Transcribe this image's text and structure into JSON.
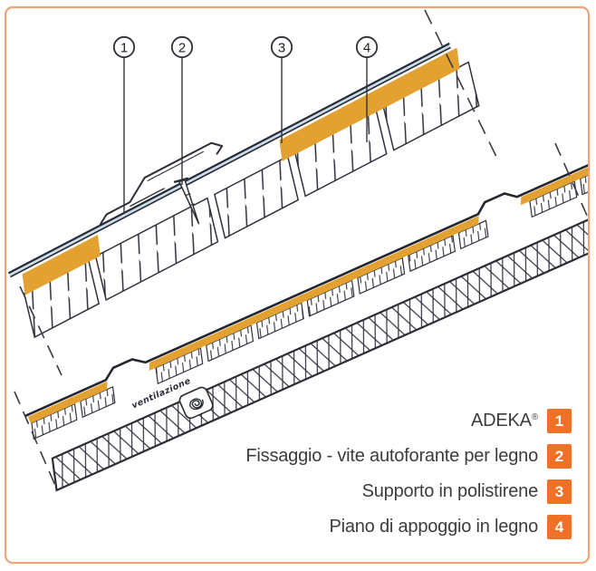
{
  "figure": {
    "description_visible_text_only": true,
    "callout_numbers": [
      "1",
      "2",
      "3",
      "4"
    ],
    "ventilation_label": "ventilazione"
  },
  "legend": [
    {
      "number": "1",
      "label": "ADEKA",
      "suffix": "®"
    },
    {
      "number": "2",
      "label": "Fissaggio - vite autoforante per legno",
      "suffix": ""
    },
    {
      "number": "3",
      "label": "Supporto in polistirene",
      "suffix": ""
    },
    {
      "number": "4",
      "label": "Piano di appoggio in legno",
      "suffix": ""
    }
  ],
  "colors": {
    "band_orange": "#E2A131",
    "legend_badge_orange": "#EE7125",
    "line_dark": "#2E3038",
    "membrane_highlight_blue": "#C9DCEA",
    "frame_border": "#F0A478",
    "text": "#3C3C3B",
    "background": "#FFFFFF"
  }
}
